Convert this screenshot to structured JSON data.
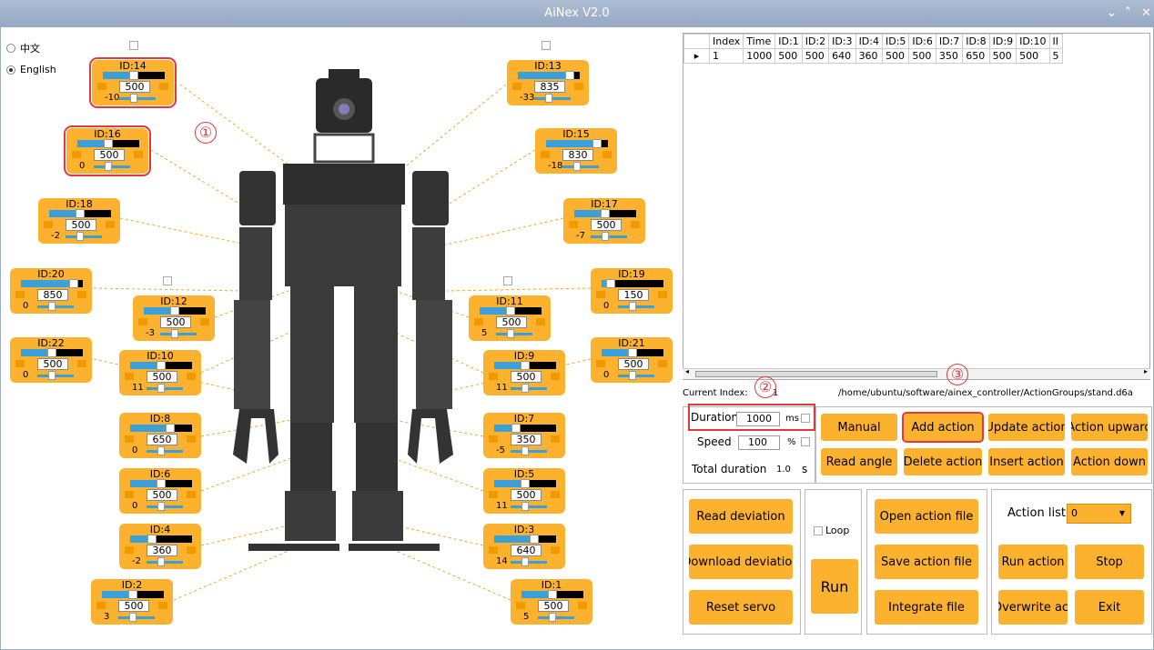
{
  "window": {
    "title": "AiNex V2.0",
    "controls": [
      "⌄",
      "˄",
      "✕"
    ]
  },
  "language": {
    "options": [
      "中文",
      "English"
    ],
    "selected": "English"
  },
  "servos": [
    {
      "id": "ID:14",
      "value": "500",
      "dev": "-10"
    },
    {
      "id": "ID:13",
      "value": "835",
      "dev": "-33"
    },
    {
      "id": "ID:16",
      "value": "500",
      "dev": "0"
    },
    {
      "id": "ID:15",
      "value": "830",
      "dev": "-18"
    },
    {
      "id": "ID:18",
      "value": "500",
      "dev": "-2"
    },
    {
      "id": "ID:17",
      "value": "500",
      "dev": "-7"
    },
    {
      "id": "ID:20",
      "value": "850",
      "dev": "0"
    },
    {
      "id": "ID:19",
      "value": "150",
      "dev": "0"
    },
    {
      "id": "ID:12",
      "value": "500",
      "dev": "-3"
    },
    {
      "id": "ID:11",
      "value": "500",
      "dev": "5"
    },
    {
      "id": "ID:22",
      "value": "500",
      "dev": "0"
    },
    {
      "id": "ID:21",
      "value": "500",
      "dev": "0"
    },
    {
      "id": "ID:10",
      "value": "500",
      "dev": "11"
    },
    {
      "id": "ID:9",
      "value": "500",
      "dev": "11"
    },
    {
      "id": "ID:8",
      "value": "650",
      "dev": "0"
    },
    {
      "id": "ID:7",
      "value": "350",
      "dev": "-5"
    },
    {
      "id": "ID:6",
      "value": "500",
      "dev": "0"
    },
    {
      "id": "ID:5",
      "value": "500",
      "dev": "11"
    },
    {
      "id": "ID:4",
      "value": "360",
      "dev": "-2"
    },
    {
      "id": "ID:3",
      "value": "640",
      "dev": "14"
    },
    {
      "id": "ID:2",
      "value": "500",
      "dev": "3"
    },
    {
      "id": "ID:1",
      "value": "500",
      "dev": "5"
    }
  ],
  "table": {
    "headers": [
      "Index",
      "Time",
      "ID:1",
      "ID:2",
      "ID:3",
      "ID:4",
      "ID:5",
      "ID:6",
      "ID:7",
      "ID:8",
      "ID:9",
      "ID:10",
      "II"
    ],
    "rows": [
      [
        "1",
        "1000",
        "500",
        "500",
        "640",
        "360",
        "500",
        "500",
        "350",
        "650",
        "500",
        "500",
        "5"
      ]
    ]
  },
  "status": {
    "current_index_label": "Current Index:",
    "current_index": "1",
    "file_path": "/home/ubuntu/software/ainex_controller/ActionGroups/stand.d6a"
  },
  "params": {
    "duration_label": "Duration",
    "duration": "1000",
    "duration_unit": "ms",
    "speed_label": "Speed",
    "speed": "100",
    "speed_unit": "%",
    "total_label": "Total duration",
    "total": "1.0",
    "total_unit": "s"
  },
  "buttons": {
    "manual": "Manual",
    "add_action": "Add action",
    "update_action": "Update action",
    "action_upward": "Action upward",
    "read_angle": "Read angle",
    "delete_action": "Delete action",
    "insert_action": "Insert action",
    "action_down": "Action down",
    "read_deviation": "Read deviation",
    "download_deviation": "Download deviation",
    "reset_servo": "Reset servo",
    "loop": "Loop",
    "run": "Run",
    "open_file": "Open action file",
    "save_file": "Save action file",
    "integrate_file": "Integrate file",
    "action_list": "Action list",
    "action_list_value": "0",
    "run_action": "Run action",
    "stop": "Stop",
    "overwrite": "Overwrite act",
    "exit": "Exit"
  },
  "annotations": [
    "①",
    "②",
    "③"
  ]
}
